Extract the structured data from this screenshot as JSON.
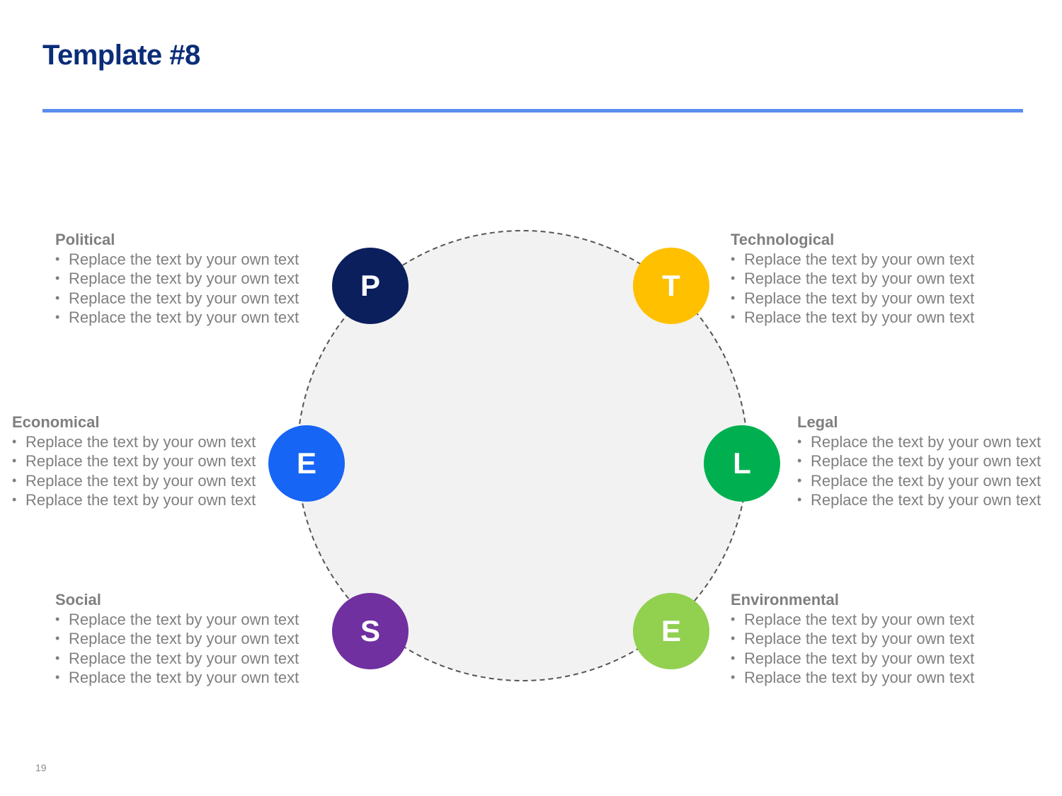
{
  "title": "Template #8",
  "page_number": "19",
  "colors": {
    "title": "#0b2d78",
    "rule": "#5b8def",
    "circle_fill": "#f2f2f2",
    "circle_stroke": "#555555",
    "text": "#7f7f7f"
  },
  "factors": [
    {
      "letter": "P",
      "heading": "Political",
      "color": "#0a1f5c",
      "bullets": [
        "Replace the text by your own text",
        "Replace the text by your own text",
        "Replace the text by your own text",
        "Replace the text by your own text"
      ]
    },
    {
      "letter": "T",
      "heading": "Technological",
      "color": "#ffc000",
      "bullets": [
        "Replace the text by your own text",
        "Replace the text by your own text",
        "Replace the text by your own text",
        "Replace the text by your own text"
      ]
    },
    {
      "letter": "E",
      "heading": "Economical",
      "color": "#1765f5",
      "bullets": [
        "Replace the text by your own text",
        "Replace the text by your own text",
        "Replace the text by your own text",
        "Replace the text by your own text"
      ]
    },
    {
      "letter": "L",
      "heading": "Legal",
      "color": "#00b050",
      "bullets": [
        "Replace the text by your own text",
        "Replace the text by your own text",
        "Replace the text by your own text",
        "Replace the text by your own text"
      ]
    },
    {
      "letter": "S",
      "heading": "Social",
      "color": "#7030a0",
      "bullets": [
        "Replace the text by your own text",
        "Replace the text by your own text",
        "Replace the text by your own text",
        "Replace the text by your own text"
      ]
    },
    {
      "letter": "E",
      "heading": "Environmental",
      "color": "#92d050",
      "bullets": [
        "Replace the text by your own text",
        "Replace the text by your own text",
        "Replace the text by your own text",
        "Replace the text by your own text"
      ]
    }
  ]
}
